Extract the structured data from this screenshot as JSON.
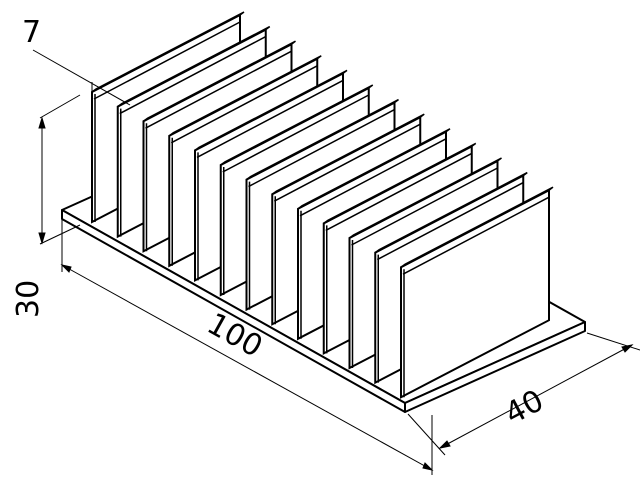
{
  "drawing": {
    "subject": "heatsink",
    "fin_count": 13,
    "dimensions": {
      "fin_thickness_label": "7",
      "height_label": "30",
      "length_label": "100",
      "width_label": "40"
    },
    "colors": {
      "line": "#000000",
      "fill": "#ffffff"
    }
  }
}
